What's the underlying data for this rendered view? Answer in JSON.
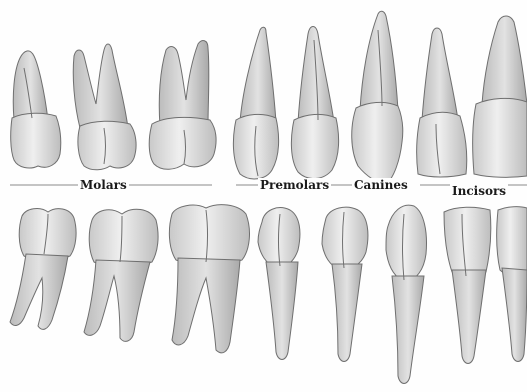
{
  "labels": {
    "molars": "Molars",
    "premolars": "Premolars",
    "canines": "Canines",
    "incisors": "Incisors"
  },
  "colors": {
    "enamel": "#e6e6e6",
    "root": "#d4d4d4",
    "outline": "#6f6f6f",
    "divider": "#8a8a8a",
    "text": "#1a1a1a"
  }
}
